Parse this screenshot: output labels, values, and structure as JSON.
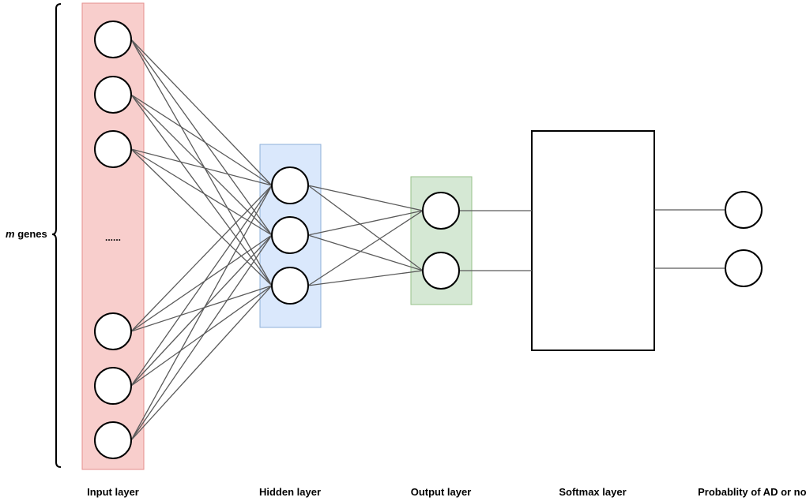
{
  "diagram": {
    "type": "neural-network",
    "brace_label": {
      "var": "m",
      "text": "genes"
    },
    "ellipsis": "......",
    "layers": [
      {
        "id": "input",
        "label": "Input layer",
        "nodes": 6,
        "color_fill": "#f8cecc",
        "color_stroke": "#e58f8c",
        "has_ellipsis": true
      },
      {
        "id": "hidden",
        "label": "Hidden layer",
        "nodes": 3,
        "color_fill": "#dae8fc",
        "color_stroke": "#8fb0d9"
      },
      {
        "id": "output",
        "label": "Output layer",
        "nodes": 2,
        "color_fill": "#d5e8d4",
        "color_stroke": "#97c28a"
      },
      {
        "id": "softmax",
        "label": "Softmax layer",
        "nodes": 0,
        "color_fill": "#ffffff",
        "color_stroke": "#000000"
      },
      {
        "id": "prob",
        "label": "Probablity of AD or not",
        "nodes": 2
      }
    ],
    "connections": [
      {
        "from": "input",
        "to": "hidden",
        "style": "fully-connected"
      },
      {
        "from": "hidden",
        "to": "output",
        "style": "fully-connected"
      },
      {
        "from": "output",
        "to": "softmax",
        "style": "one-to-one"
      },
      {
        "from": "softmax",
        "to": "prob",
        "style": "one-to-one"
      }
    ],
    "edge_color": "#5a5a5a"
  }
}
